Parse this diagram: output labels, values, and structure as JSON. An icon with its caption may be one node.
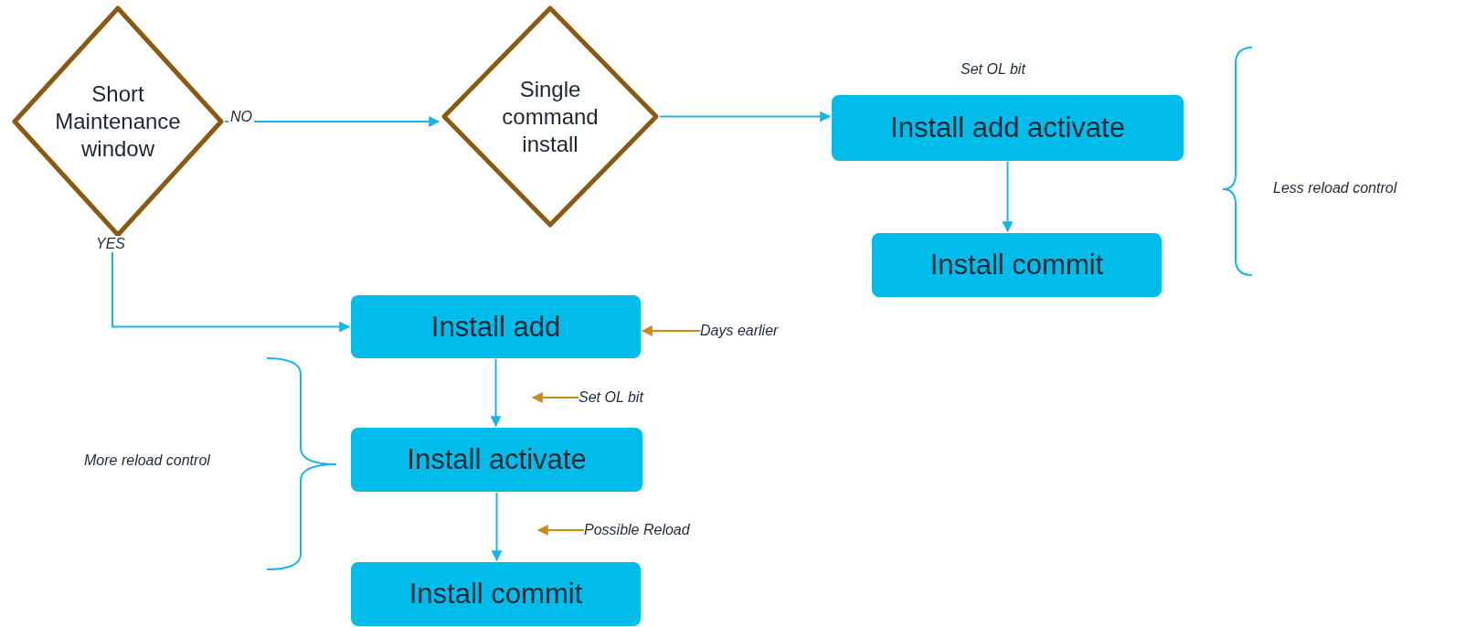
{
  "diagram": {
    "nodes": [
      {
        "text": [
          "Short Maintenance window"
        ]
      },
      {
        "text": [
          "Single command install"
        ]
      },
      {
        "text": [
          "Install add activate"
        ],
        "beside": [
          "Set OL bit"
        ]
      },
      {
        "text": [
          "Install commit"
        ]
      },
      {
        "text": [
          "Install add"
        ]
      },
      {
        "text": [
          "Install activate"
        ]
      },
      {
        "text": [
          "Install commit"
        ]
      },
      {
        "text": [
          "Days earlier"
        ]
      },
      {
        "text": [
          "Set OL bit"
        ]
      },
      {
        "text": [
          "Possible Reload"
        ]
      }
    ],
    "edges": [
      {
        "from": 0,
        "to": 1,
        "arrow": "to",
        "label": "NO"
      },
      {
        "from": 1,
        "to": 2,
        "arrow": "to"
      },
      {
        "from": 2,
        "to": 3,
        "arrow": "to"
      },
      {
        "from": 0,
        "to": 4,
        "arrow": "to",
        "label": "YES"
      },
      {
        "from": 4,
        "to": 5,
        "arrow": "to"
      },
      {
        "from": 5,
        "to": 6,
        "arrow": "to"
      },
      {
        "from": 7,
        "to": 4,
        "arrow": "to",
        "color": "#c98a1a"
      },
      {
        "from": 8,
        "to": null,
        "arrow": "to",
        "color": "#c98a1a"
      },
      {
        "from": 9,
        "to": null,
        "arrow": "to",
        "color": "#c98a1a"
      }
    ],
    "labels": [
      "Less reload control",
      "More reload control"
    ]
  }
}
